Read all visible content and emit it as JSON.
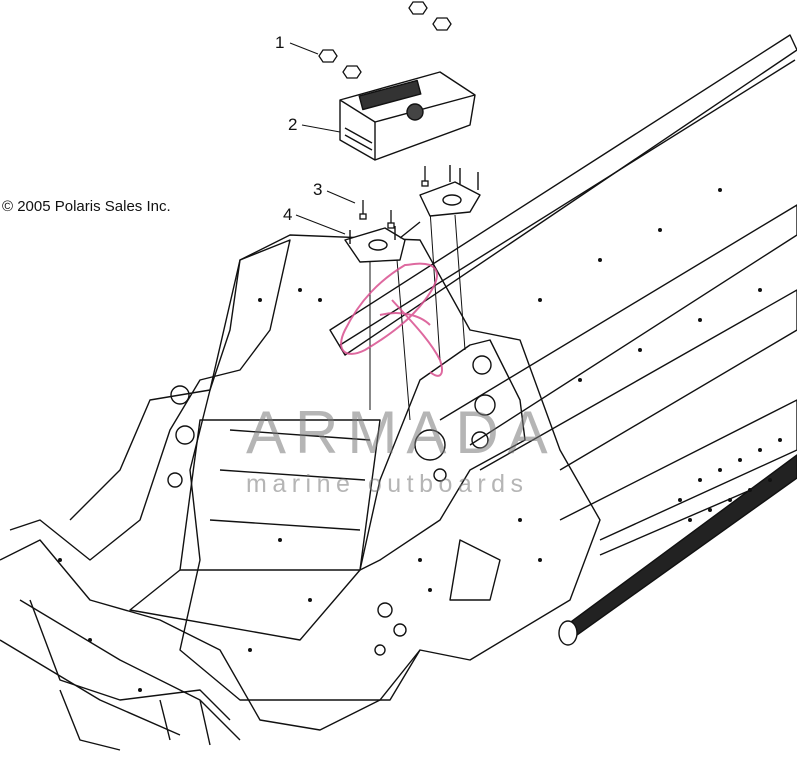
{
  "diagram": {
    "copyright": "© 2005 Polaris Sales Inc.",
    "callouts": [
      {
        "label": "1"
      },
      {
        "label": "2"
      },
      {
        "label": "3"
      },
      {
        "label": "4"
      }
    ]
  },
  "watermark": {
    "brand": "ARMADA",
    "tagline": "marine outboards",
    "accent_color": "#d94f8f"
  },
  "icons": [
    "hexnut-icon",
    "ecu-module-icon",
    "screw-icon",
    "mounting-bracket-icon",
    "chassis-frame-icon",
    "armada-logo-icon"
  ]
}
